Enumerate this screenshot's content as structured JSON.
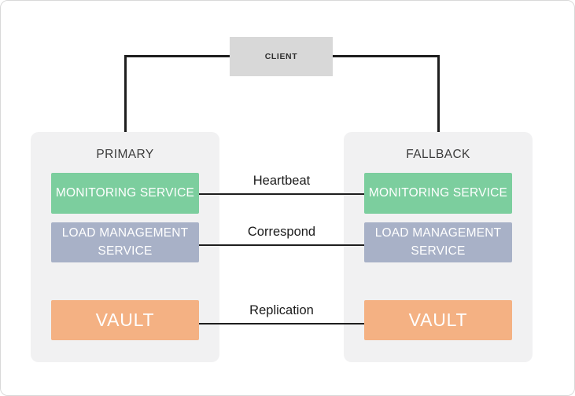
{
  "diagram": {
    "client": {
      "label": "CLIENT"
    },
    "columns": [
      {
        "title": "PRIMARY",
        "monitoring": "MONITORING SERVICE",
        "load": "LOAD MANAGEMENT SERVICE",
        "vault": "VAULT"
      },
      {
        "title": "FALLBACK",
        "monitoring": "MONITORING SERVICE",
        "load": "LOAD MANAGEMENT SERVICE",
        "vault": "VAULT"
      }
    ],
    "links": [
      {
        "label": "Heartbeat"
      },
      {
        "label": "Correspond"
      },
      {
        "label": "Replication"
      }
    ],
    "colors": {
      "monitoring_service": "#7cce9e",
      "load_management_service": "#a8b1c7",
      "vault": "#f4b183",
      "client": "#d8d8d8",
      "group_background": "#f1f1f2",
      "connector": "#1e1e1e"
    }
  }
}
